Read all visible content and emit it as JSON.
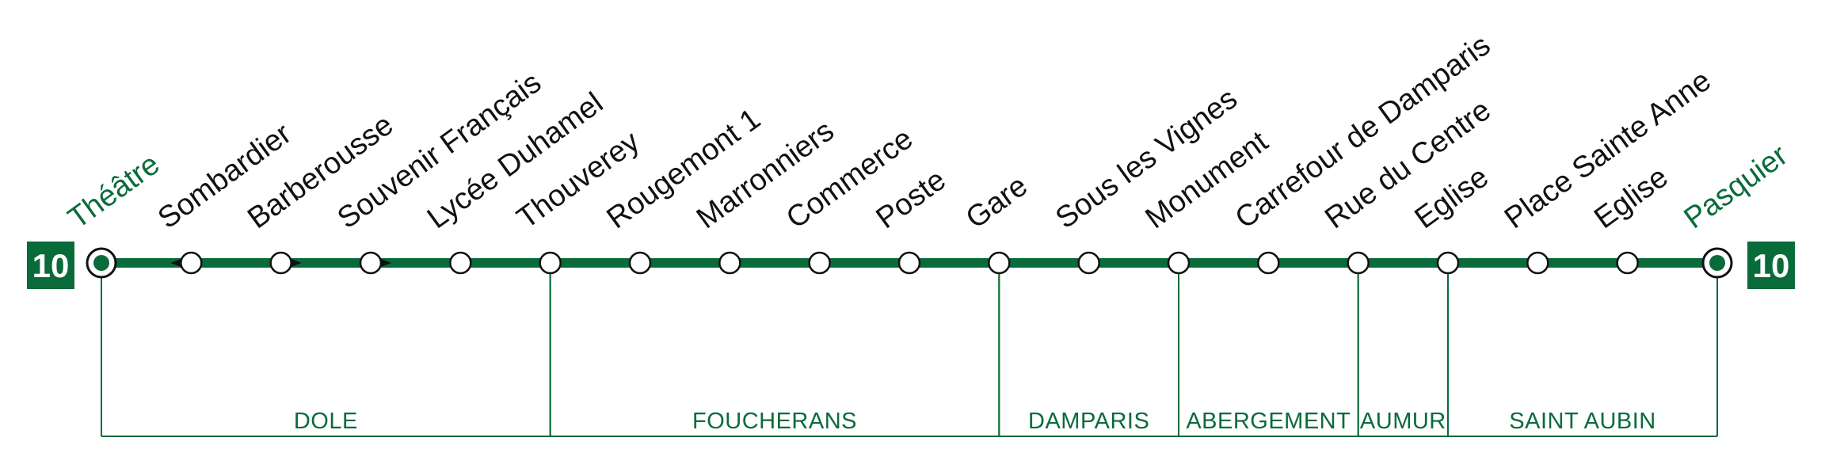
{
  "line": {
    "number": "10",
    "color": "#0a6b3a",
    "start_terminus": "Théâtre",
    "end_terminus": "Pasquier"
  },
  "stops": [
    "Théâtre",
    "Sombardier",
    "Barberousse",
    "Souvenir Français",
    "Lycée Duhamel",
    "Thouverey",
    "Rougemont 1",
    "Marronniers",
    "Commerce",
    "Poste",
    "Gare",
    "Sous les Vignes",
    "Monument",
    "Carrefour de Damparis",
    "Rue du Centre",
    "Eglise",
    "Place Sainte Anne",
    "Eglise",
    "Pasquier"
  ],
  "one_way_stops": [
    {
      "stop": "Sombardier",
      "arrow": "left"
    },
    {
      "stop": "Barberousse",
      "arrow": "right"
    },
    {
      "stop": "Souvenir Français",
      "arrow": "right"
    }
  ],
  "zones": [
    {
      "name": "DOLE",
      "first_stop": 0,
      "last_stop": 5
    },
    {
      "name": "FOUCHERANS",
      "first_stop": 5,
      "last_stop": 10
    },
    {
      "name": "DAMPARIS",
      "first_stop": 10,
      "last_stop": 12
    },
    {
      "name": "ABERGEMENT",
      "first_stop": 12,
      "last_stop": 14
    },
    {
      "name": "AUMUR",
      "first_stop": 14,
      "last_stop": 15
    },
    {
      "name": "SAINT AUBIN",
      "first_stop": 15,
      "last_stop": 18
    }
  ]
}
